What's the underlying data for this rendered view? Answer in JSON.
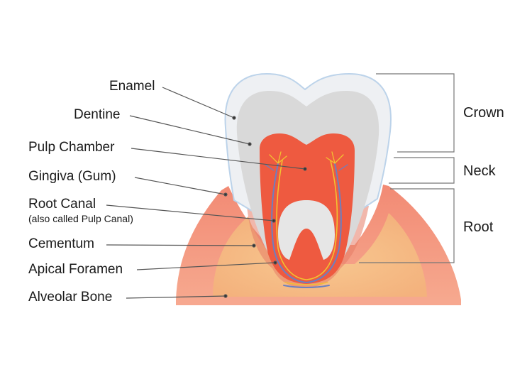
{
  "labels": {
    "enamel": "Enamel",
    "dentine": "Dentine",
    "pulp_chamber": "Pulp Chamber",
    "gingiva": "Gingiva (Gum)",
    "root_canal": "Root Canal",
    "root_canal_note": "(also called Pulp Canal)",
    "cementum": "Cementum",
    "apical_foramen": "Apical Foramen",
    "alveolar_bone": "Alveolar Bone"
  },
  "regions": {
    "crown": "Crown",
    "neck": "Neck",
    "root": "Root"
  },
  "colors": {
    "enamel": "#eef0f3",
    "enamel_outline": "#bcd3ea",
    "dentine": "#dcdcdc",
    "pulp": "#ee5a40",
    "gum": "#f7a08a",
    "bone": "#f6bf8a",
    "nerve_blue": "#6d7fc0",
    "vessel_yellow": "#f2c230",
    "leader": "#555555"
  }
}
